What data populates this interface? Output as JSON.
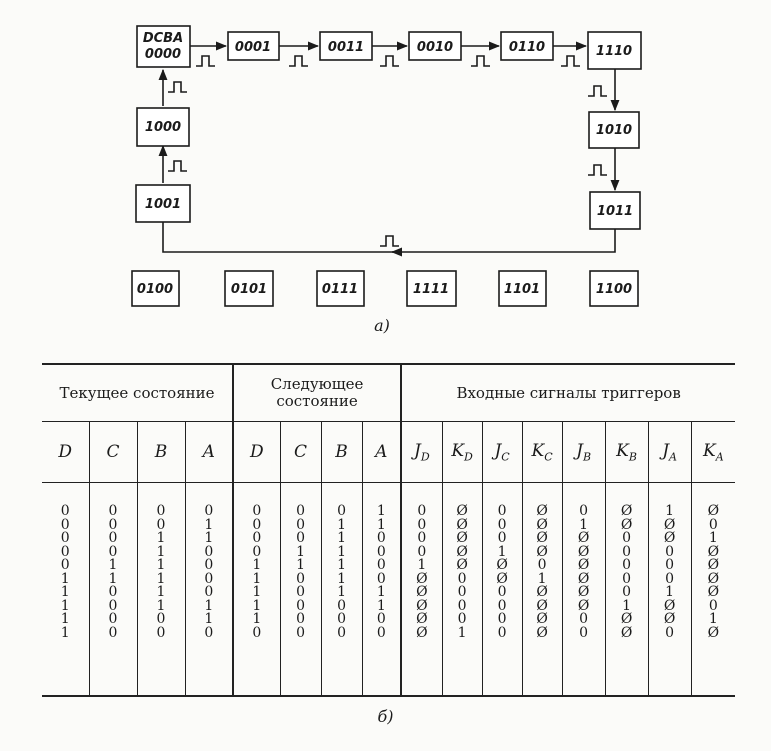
{
  "diagram": {
    "caption": "а)",
    "header_state": [
      "DCBA",
      "0000"
    ],
    "cycle_states": [
      "0001",
      "0011",
      "0010",
      "0110",
      "1110",
      "1010",
      "1011",
      "1001",
      "1000"
    ],
    "unused_states": [
      "0100",
      "0101",
      "0111",
      "1111",
      "1101",
      "1100"
    ]
  },
  "table": {
    "caption": "б)",
    "groups": [
      {
        "label": "Текущее состояние",
        "span": 4
      },
      {
        "label": "Следующее состояние",
        "span": 4
      },
      {
        "label": "Входные сигналы триггеров",
        "span": 8
      }
    ],
    "columns": [
      {
        "base": "D",
        "sub": ""
      },
      {
        "base": "C",
        "sub": ""
      },
      {
        "base": "B",
        "sub": ""
      },
      {
        "base": "A",
        "sub": ""
      },
      {
        "base": "D",
        "sub": ""
      },
      {
        "base": "C",
        "sub": ""
      },
      {
        "base": "B",
        "sub": ""
      },
      {
        "base": "A",
        "sub": ""
      },
      {
        "base": "J",
        "sub": "D"
      },
      {
        "base": "K",
        "sub": "D"
      },
      {
        "base": "J",
        "sub": "C"
      },
      {
        "base": "K",
        "sub": "C"
      },
      {
        "base": "J",
        "sub": "B"
      },
      {
        "base": "K",
        "sub": "B"
      },
      {
        "base": "J",
        "sub": "A"
      },
      {
        "base": "K",
        "sub": "A"
      }
    ],
    "rows": [
      [
        "0",
        "0",
        "0",
        "0",
        "0",
        "0",
        "0",
        "1",
        "0",
        "Ø",
        "0",
        "Ø",
        "0",
        "Ø",
        "1",
        "Ø"
      ],
      [
        "0",
        "0",
        "0",
        "1",
        "0",
        "0",
        "1",
        "1",
        "0",
        "Ø",
        "0",
        "Ø",
        "1",
        "Ø",
        "Ø",
        "0"
      ],
      [
        "0",
        "0",
        "1",
        "1",
        "0",
        "0",
        "1",
        "0",
        "0",
        "Ø",
        "0",
        "Ø",
        "Ø",
        "0",
        "Ø",
        "1"
      ],
      [
        "0",
        "0",
        "1",
        "0",
        "0",
        "1",
        "1",
        "0",
        "0",
        "Ø",
        "1",
        "Ø",
        "Ø",
        "0",
        "0",
        "Ø"
      ],
      [
        "0",
        "1",
        "1",
        "0",
        "1",
        "1",
        "1",
        "0",
        "1",
        "Ø",
        "Ø",
        "0",
        "Ø",
        "0",
        "0",
        "Ø"
      ],
      [
        "1",
        "1",
        "1",
        "0",
        "1",
        "0",
        "1",
        "0",
        "Ø",
        "0",
        "Ø",
        "1",
        "Ø",
        "0",
        "0",
        "Ø"
      ],
      [
        "1",
        "0",
        "1",
        "0",
        "1",
        "0",
        "1",
        "1",
        "Ø",
        "0",
        "0",
        "Ø",
        "Ø",
        "0",
        "1",
        "Ø"
      ],
      [
        "1",
        "0",
        "1",
        "1",
        "1",
        "0",
        "0",
        "1",
        "Ø",
        "0",
        "0",
        "Ø",
        "Ø",
        "1",
        "Ø",
        "0"
      ],
      [
        "1",
        "0",
        "0",
        "1",
        "1",
        "0",
        "0",
        "0",
        "Ø",
        "0",
        "0",
        "Ø",
        "0",
        "Ø",
        "Ø",
        "1"
      ],
      [
        "1",
        "0",
        "0",
        "0",
        "0",
        "0",
        "0",
        "0",
        "Ø",
        "1",
        "0",
        "Ø",
        "0",
        "Ø",
        "0",
        "Ø"
      ]
    ]
  }
}
